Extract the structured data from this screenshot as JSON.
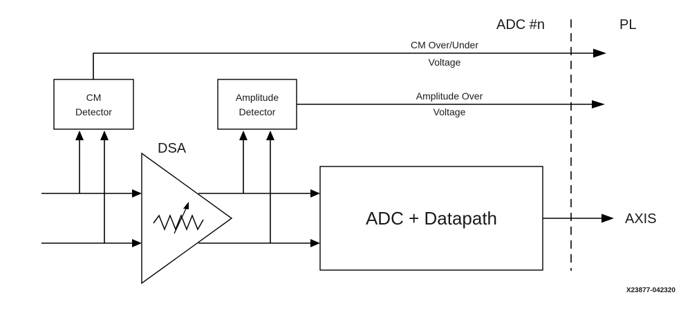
{
  "header": {
    "adc_label": "ADC #n",
    "pl_label": "PL"
  },
  "blocks": {
    "cm_detector": [
      "CM",
      "Detector"
    ],
    "amplitude_detector": [
      "Amplitude",
      "Detector"
    ],
    "dsa": "DSA",
    "adc_datapath": "ADC + Datapath"
  },
  "signals": {
    "cm_over_under": [
      "CM Over/Under",
      "Voltage"
    ],
    "amplitude_over": [
      "Amplitude Over",
      "Voltage"
    ],
    "axis": "AXIS"
  },
  "figure_id": "X23877-042320"
}
